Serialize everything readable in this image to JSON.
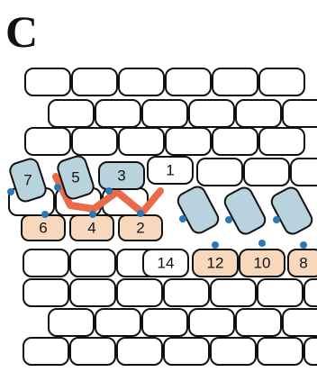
{
  "figure": {
    "panel_label": "C",
    "cell_labels": [
      "1",
      "2",
      "3",
      "4",
      "5",
      "6",
      "7",
      "8",
      "10",
      "12",
      "14"
    ]
  },
  "colors": {
    "cell_outline": "#111111",
    "plain_fill": "#ffffff",
    "blue_fill": "#b8d3dd",
    "peach_fill": "#f8d8bc",
    "connector": "#ea6a4a",
    "contact_dot": "#2a78b8"
  }
}
